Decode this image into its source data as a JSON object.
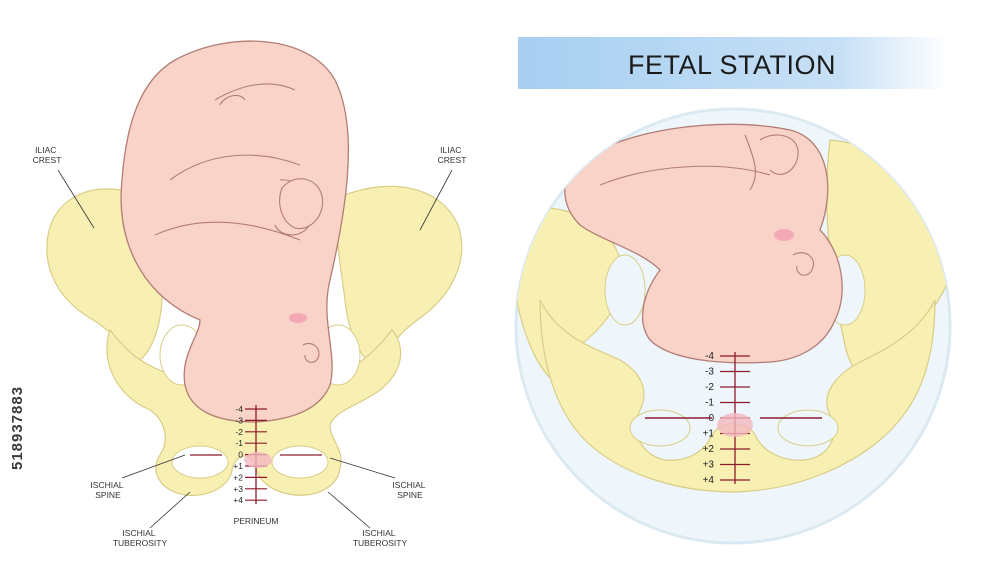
{
  "title": "FETAL STATION",
  "labels": {
    "iliac_crest_left": [
      "ILIAC",
      "CREST"
    ],
    "iliac_crest_right": [
      "ILIAC",
      "CREST"
    ],
    "ischial_spine_left": [
      "ISCHIAL",
      "SPINE"
    ],
    "ischial_spine_right": [
      "ISCHIAL",
      "SPINE"
    ],
    "ischial_tuberosity_left": [
      "ISCHIAL",
      "TUBEROSITY"
    ],
    "ischial_tuberosity_right": [
      "ISCHIAL",
      "TUBEROSITY"
    ],
    "perineum": "PERINEUM"
  },
  "stations": [
    "-4",
    "-3",
    "-2",
    "-1",
    "0",
    "+1",
    "+2",
    "+3",
    "+4"
  ],
  "watermark": "518937883",
  "colors": {
    "bone": "#f8efb3",
    "bone_outline": "#d9cd86",
    "skin": "#f9d3c7",
    "skin_outline": "#b27d74",
    "scale": "#8c1c2c",
    "banner_blue": "#a7cff1",
    "zoom_circle": "#eef6fb"
  }
}
